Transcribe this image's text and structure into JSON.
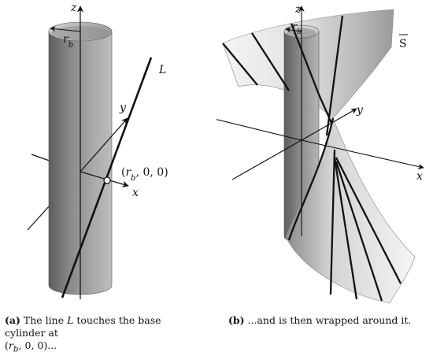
{
  "panel_a": {
    "axis_z": "z",
    "axis_y": "y",
    "axis_x": "x",
    "radius_label": "r",
    "radius_subscript": "b",
    "line_label": "L",
    "point_open": "(",
    "point_r": "r",
    "point_sub": "b",
    "point_rest": ", 0, 0)"
  },
  "panel_b": {
    "axis_z": "z",
    "axis_y": "y",
    "axis_x": "x",
    "radius_label": "r",
    "radius_subscript": "b",
    "surface_label": "S",
    "ruling_count": 8
  },
  "caption_a": {
    "tag": "(a)",
    "text_before": " The line ",
    "var": "L",
    "text_after": " touches the base cylinder at",
    "line2_open": "(",
    "line2_r": "r",
    "line2_sub": "b",
    "line2_rest": ", 0, 0)..."
  },
  "caption_b": {
    "tag": "(b)",
    "text": " ...and is then wrapped around it."
  },
  "colors": {
    "ink": "#111111",
    "cylinder_dark": "#6a6a6a",
    "cylinder_light": "#b8b8b8",
    "surface_light": "#f2f2f2",
    "surface_dark": "#9a9a9a"
  }
}
